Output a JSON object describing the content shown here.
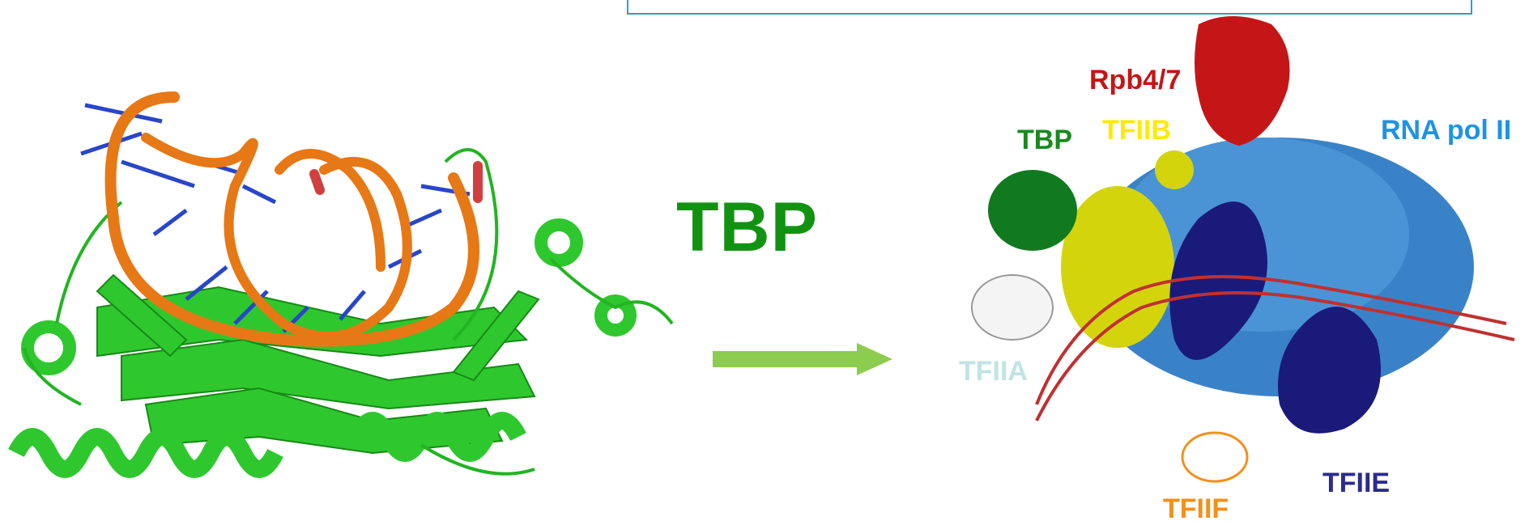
{
  "title": "TBP",
  "labels": {
    "rpb": "Rpb4/7",
    "tbp": "TBP",
    "tfiib": "TFIIB",
    "rnapol": "RNA pol II",
    "tfiia": "TFIIA",
    "tfiie": "TFIIE",
    "tfiif": "TFIIF"
  },
  "colors": {
    "tbp_title": "#119311",
    "arrow": "#8ccc4e",
    "frame": "#2a9be0",
    "protein_green": "#2ec82e",
    "dna_orange": "#e67816",
    "dna_bases": "#2846c8",
    "rpb": "#c41616",
    "tfiib": "#ffea00",
    "rnapol": "#1e93e3",
    "tfiia": "#c2e3e3",
    "tfiie": "#2c2c8c",
    "tfiif": "#f2901a"
  },
  "icons": {
    "arrow": "right-arrow-icon",
    "left_structure": "tbp-dna-ribbon",
    "right_structure": "preinitiation-complex"
  }
}
